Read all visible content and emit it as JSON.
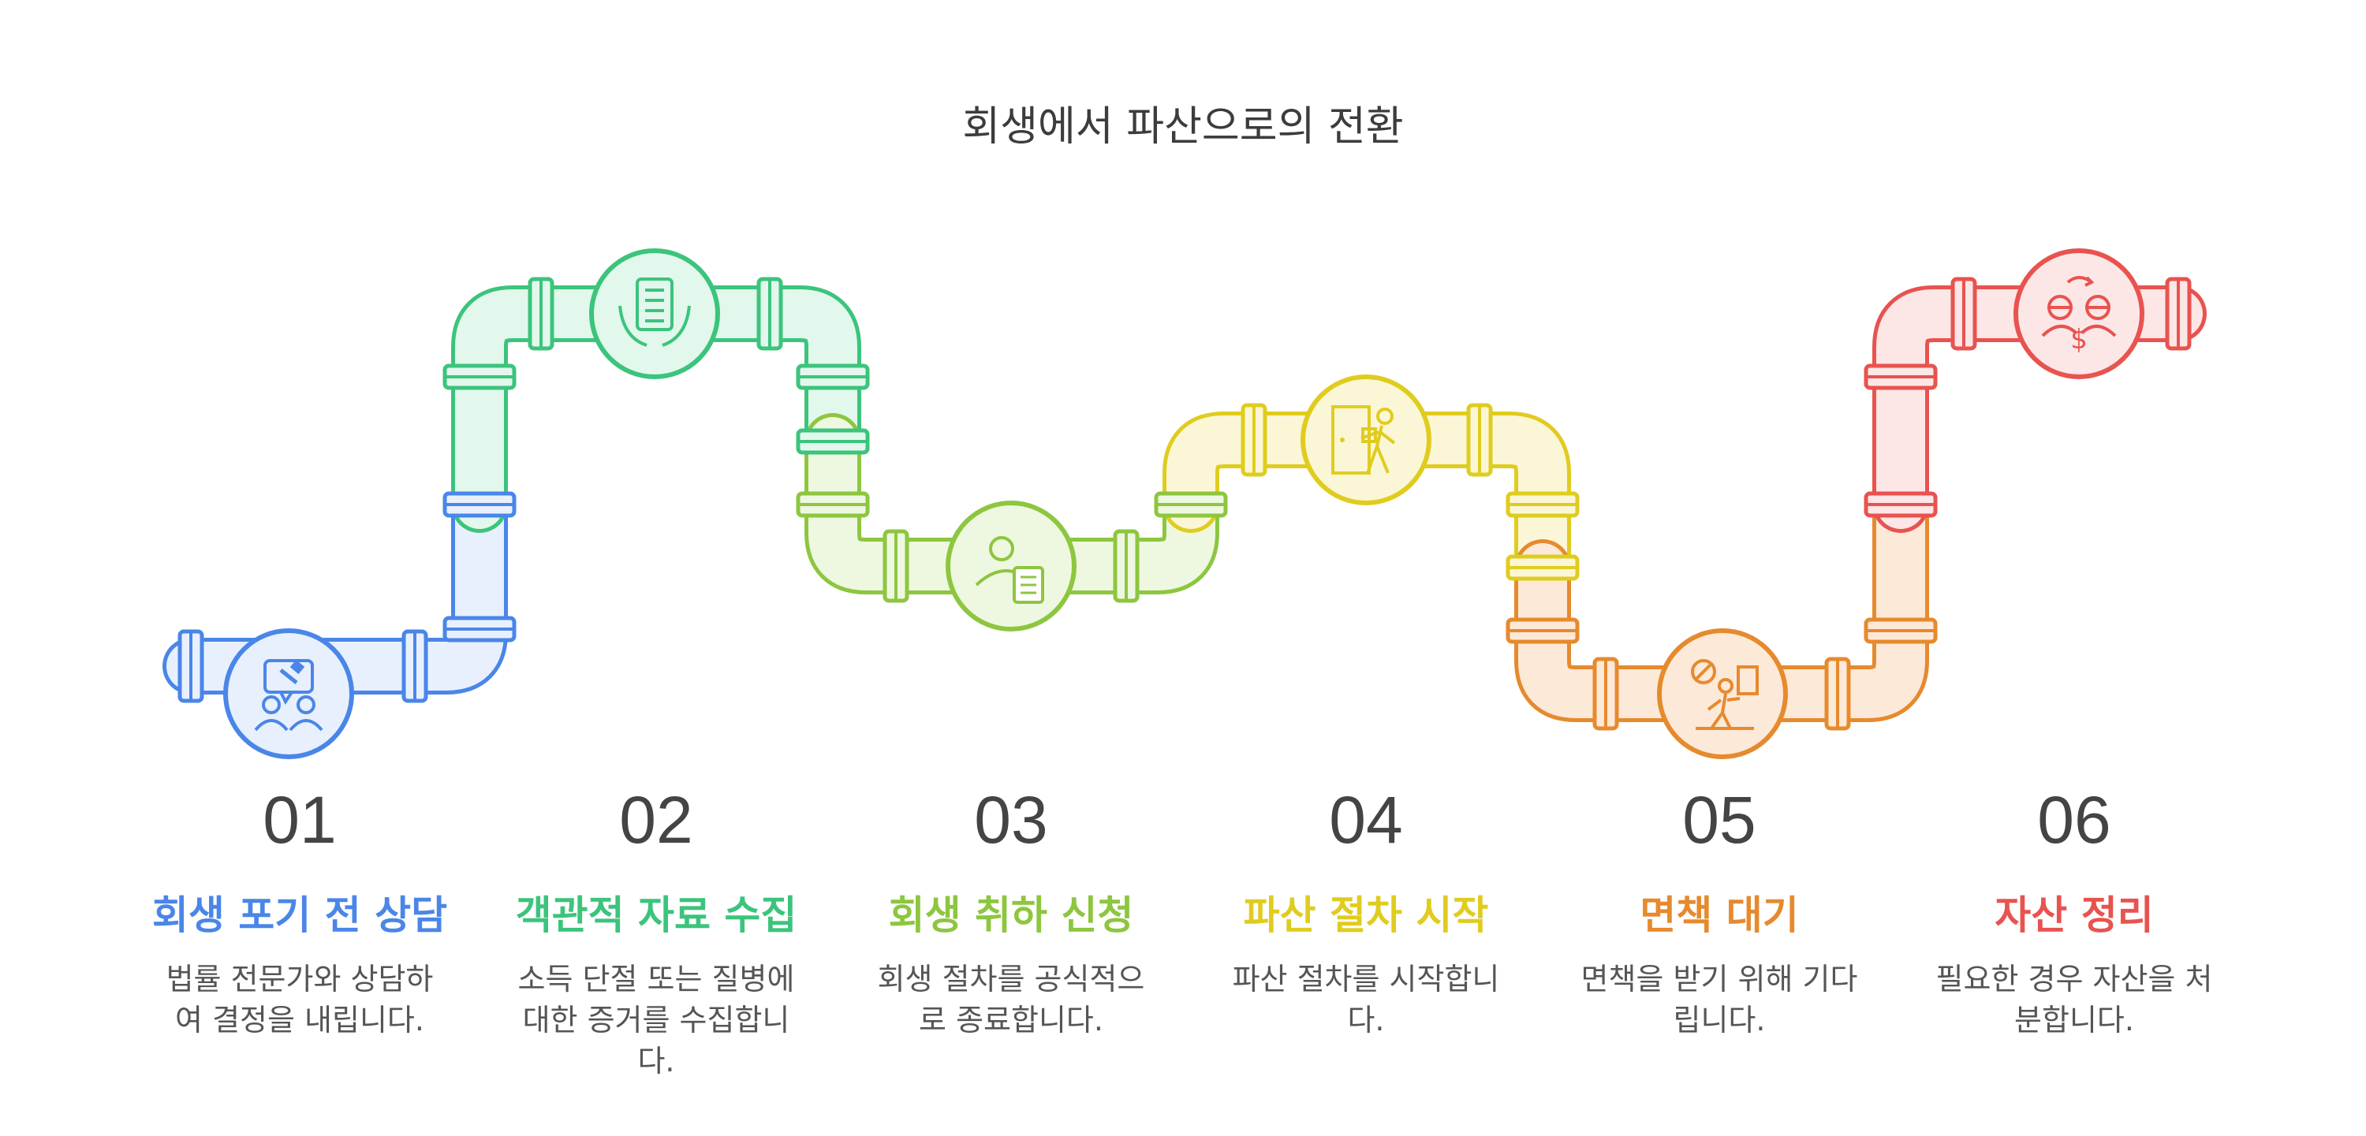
{
  "title": "회생에서 파산으로의 전환",
  "steps": [
    {
      "number": "01",
      "heading": "회생 포기 전 상담",
      "description": "법률 전문가와 상담하여 결정을 내립니다.",
      "color": "#4a86e8",
      "light": "#e8f0fd",
      "icon": "consultation-icon"
    },
    {
      "number": "02",
      "heading": "객관적 자료 수집",
      "description": "소득 단절 또는 질병에 대한 증거를 수집합니다.",
      "color": "#3cc47c",
      "light": "#e2f8ec",
      "icon": "document-hands-icon"
    },
    {
      "number": "03",
      "heading": "회생 취하 신청",
      "description": "회생 절차를 공식적으로 종료합니다.",
      "color": "#8dc63f",
      "light": "#eef8e0",
      "icon": "person-document-icon"
    },
    {
      "number": "04",
      "heading": "파산 절차 시작",
      "description": "파산 절차를 시작합니다.",
      "color": "#e0cc1f",
      "light": "#fbf7d6",
      "icon": "exit-door-icon"
    },
    {
      "number": "05",
      "heading": "면책 대기",
      "description": "면책을 받기 위해 기다립니다.",
      "color": "#e68a2e",
      "light": "#fde9d8",
      "icon": "waiting-person-icon"
    },
    {
      "number": "06",
      "heading": "자산 정리",
      "description": "필요한 경우 자산을 처분합니다.",
      "color": "#e8534f",
      "light": "#fde6e6",
      "icon": "asset-exchange-icon"
    }
  ]
}
